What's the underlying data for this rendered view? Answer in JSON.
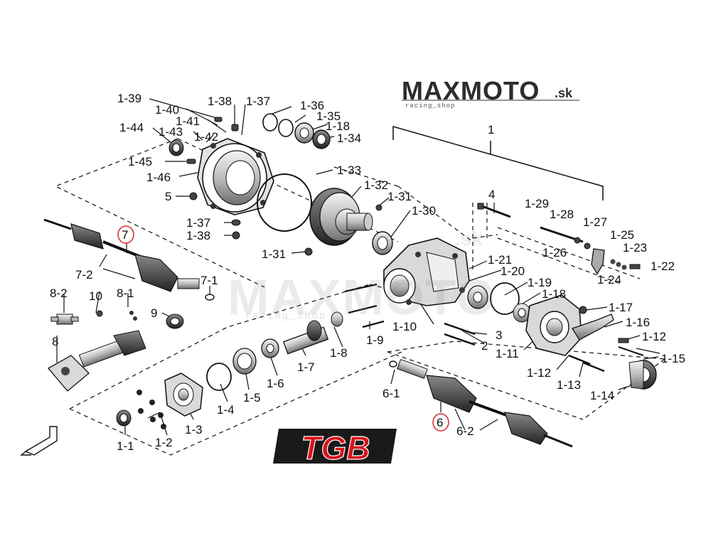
{
  "brand": {
    "maxmoto_logo": "MAXMOTO",
    "maxmoto_tld": ".sk",
    "maxmoto_tagline": "racing_shop",
    "tgb_logo": "TGB"
  },
  "callouts": [
    {
      "id": "c1",
      "text": "1"
    },
    {
      "id": "c1-9",
      "text": "1-9"
    },
    {
      "id": "c1-39",
      "text": "1-39"
    },
    {
      "id": "c1-40",
      "text": "1-40"
    },
    {
      "id": "c1-41",
      "text": "1-41"
    },
    {
      "id": "c1-38a",
      "text": "1-38"
    },
    {
      "id": "c1-37a",
      "text": "1-37"
    },
    {
      "id": "c1-36",
      "text": "1-36"
    },
    {
      "id": "c1-35",
      "text": "1-35"
    },
    {
      "id": "c1-18a",
      "text": "1-18"
    },
    {
      "id": "c1-34",
      "text": "1-34"
    },
    {
      "id": "c1-44",
      "text": "1-44"
    },
    {
      "id": "c1-43",
      "text": "1-43"
    },
    {
      "id": "c1-42",
      "text": "1-42"
    },
    {
      "id": "c1-45",
      "text": "1-45"
    },
    {
      "id": "c1-46",
      "text": "1-46"
    },
    {
      "id": "c5",
      "text": "5"
    },
    {
      "id": "c1-33",
      "text": "1-33"
    },
    {
      "id": "c1-32",
      "text": "1-32"
    },
    {
      "id": "c1-31a",
      "text": "1-31"
    },
    {
      "id": "c1-30",
      "text": "1-30"
    },
    {
      "id": "c4",
      "text": "4"
    },
    {
      "id": "c1-29",
      "text": "1-29"
    },
    {
      "id": "c1-28",
      "text": "1-28"
    },
    {
      "id": "c1-27",
      "text": "1-27"
    },
    {
      "id": "c1-25",
      "text": "1-25"
    },
    {
      "id": "c1-23",
      "text": "1-23"
    },
    {
      "id": "c1-26",
      "text": "1-26"
    },
    {
      "id": "c1-22",
      "text": "1-22"
    },
    {
      "id": "c1-24",
      "text": "1-24"
    },
    {
      "id": "c1-37b",
      "text": "1-37"
    },
    {
      "id": "c1-38b",
      "text": "1-38"
    },
    {
      "id": "c1-31b",
      "text": "1-31"
    },
    {
      "id": "c7",
      "text": "7"
    },
    {
      "id": "c7-2",
      "text": "7-2"
    },
    {
      "id": "c7-1",
      "text": "7-1"
    },
    {
      "id": "c1-21",
      "text": "1-21"
    },
    {
      "id": "c1-20",
      "text": "1-20"
    },
    {
      "id": "c1-19",
      "text": "1-19"
    },
    {
      "id": "c1-18b",
      "text": "1-18"
    },
    {
      "id": "c1-17",
      "text": "1-17"
    },
    {
      "id": "c1-16",
      "text": "1-16"
    },
    {
      "id": "c1-12a",
      "text": "1-12"
    },
    {
      "id": "c1-15",
      "text": "1-15"
    },
    {
      "id": "c8-2",
      "text": "8-2"
    },
    {
      "id": "c10",
      "text": "10"
    },
    {
      "id": "c8-1",
      "text": "8-1"
    },
    {
      "id": "c9",
      "text": "9"
    },
    {
      "id": "c8",
      "text": "8"
    },
    {
      "id": "c1-10",
      "text": "1-10"
    },
    {
      "id": "c3",
      "text": "3"
    },
    {
      "id": "c2",
      "text": "2"
    },
    {
      "id": "c1-11",
      "text": "1-11"
    },
    {
      "id": "c1-12b",
      "text": "1-12"
    },
    {
      "id": "c1-13",
      "text": "1-13"
    },
    {
      "id": "c1-14",
      "text": "1-14"
    },
    {
      "id": "c1-8",
      "text": "1-8"
    },
    {
      "id": "c1-7",
      "text": "1-7"
    },
    {
      "id": "c1-6",
      "text": "1-6"
    },
    {
      "id": "c1-5",
      "text": "1-5"
    },
    {
      "id": "c1-4",
      "text": "1-4"
    },
    {
      "id": "c1-3",
      "text": "1-3"
    },
    {
      "id": "c1-2",
      "text": "1-2"
    },
    {
      "id": "c1-1",
      "text": "1-1"
    },
    {
      "id": "c6-1",
      "text": "6-1"
    },
    {
      "id": "c6",
      "text": "6"
    },
    {
      "id": "c6-2",
      "text": "6-2"
    }
  ],
  "colors": {
    "ink": "#111111",
    "callout_ring": "#d42b2b",
    "tgb_red": "#d8141c",
    "tgb_outline": "#1a1a1a",
    "logo_grey": "#2c2c2c"
  },
  "icons": {
    "front_arrow": "front-direction-arrow-icon"
  }
}
